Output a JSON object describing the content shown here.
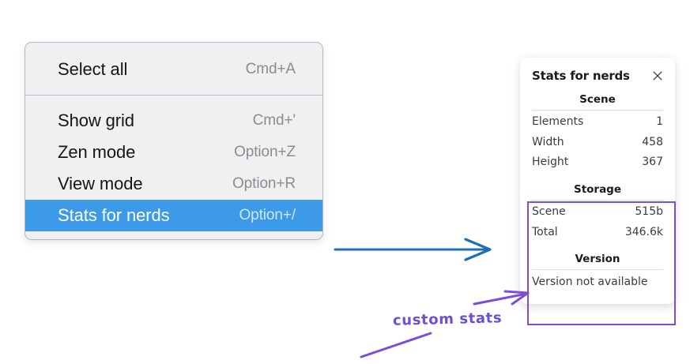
{
  "context_menu": {
    "groups": [
      {
        "items": [
          {
            "label": "Select all",
            "shortcut": "Cmd+A",
            "selected": false
          }
        ]
      },
      {
        "items": [
          {
            "label": "Show grid",
            "shortcut": "Cmd+'",
            "selected": false
          },
          {
            "label": "Zen mode",
            "shortcut": "Option+Z",
            "selected": false
          },
          {
            "label": "View mode",
            "shortcut": "Option+R",
            "selected": false
          },
          {
            "label": "Stats for nerds",
            "shortcut": "Option+/",
            "selected": true
          }
        ]
      }
    ],
    "highlight_color": "#3d9ae8"
  },
  "stats_panel": {
    "title": "Stats for nerds",
    "close_icon": "close-icon",
    "sections": [
      {
        "heading": "Scene",
        "rows": [
          {
            "label": "Elements",
            "value": "1"
          },
          {
            "label": "Width",
            "value": "458"
          },
          {
            "label": "Height",
            "value": "367"
          }
        ]
      },
      {
        "heading": "Storage",
        "rows": [
          {
            "label": "Scene",
            "value": "515b"
          },
          {
            "label": "Total",
            "value": "346.6k"
          }
        ]
      },
      {
        "heading": "Version",
        "plain_rows": [
          "Version not available"
        ]
      }
    ]
  },
  "annotations": {
    "custom_stats_label": "custom stats",
    "purple_color": "#7c4ddb",
    "blue_arrow_color": "#1f6fb2"
  }
}
